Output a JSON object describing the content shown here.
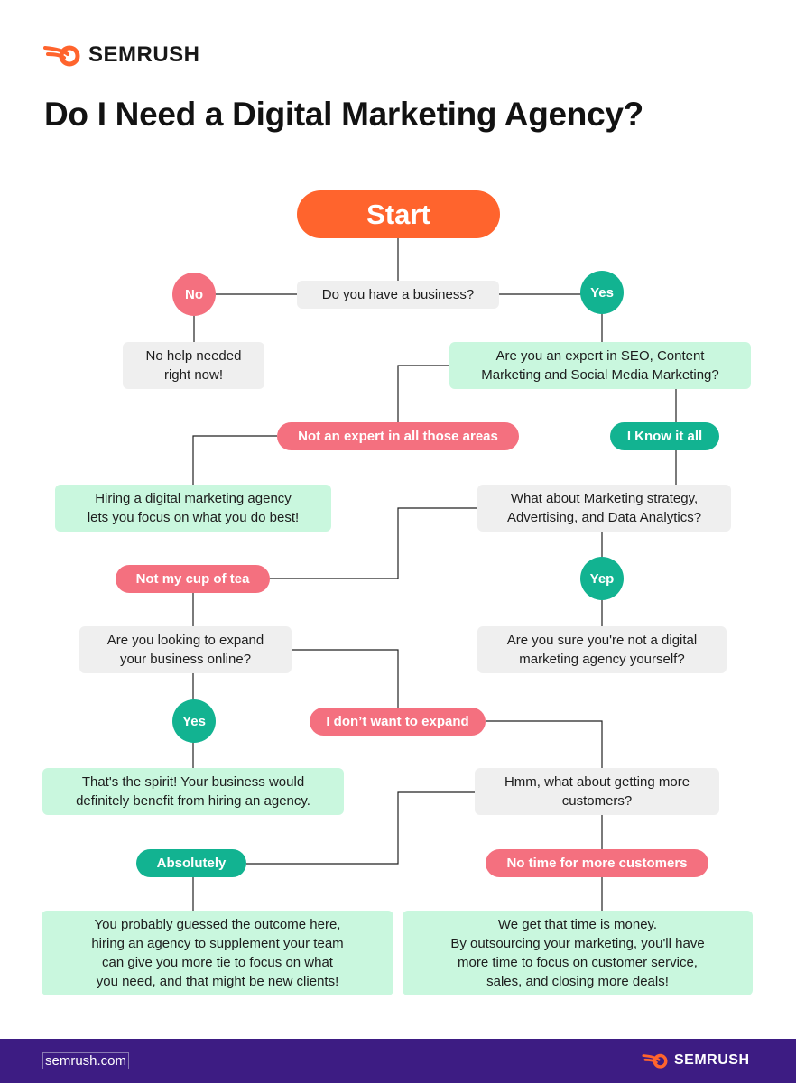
{
  "brand": {
    "name": "SEMRUSH",
    "logo_color": "#ff642d"
  },
  "title": "Do I Need a Digital Marketing Agency?",
  "colors": {
    "orange": "#ff642d",
    "pink": "#f4707f",
    "green": "#12b391",
    "mint": "#c9f7de",
    "gray": "#efefef",
    "footer": "#3d1c83"
  },
  "flow": {
    "start": "Start",
    "q_business": "Do you have a business?",
    "no_circle": "No",
    "yes_circle_1": "Yes",
    "no_help": "No help needed\nright now!",
    "q_expert": "Are you an expert in SEO, Content\nMarketing and Social Media Marketing?",
    "not_expert": "Not an expert in all those areas",
    "know_all": "I Know it all",
    "hire_agency": "Hiring a digital marketing agency\nlets you focus on what you do best!",
    "q_strategy": "What about Marketing strategy,\nAdvertising, and Data Analytics?",
    "not_cup": "Not my cup of tea",
    "yep": "Yep",
    "q_expand": "Are you looking to expand\nyour business online?",
    "q_sure": "Are you sure you're not a digital\nmarketing agency yourself?",
    "yes_circle_2": "Yes",
    "no_expand": "I don’t want to expand",
    "spirit": "That's the spirit! Your business would\ndefinitely benefit from hiring an agency.",
    "q_customers": "Hmm, what about getting more\ncustomers?",
    "absolutely": "Absolutely",
    "no_time": "No time for more customers",
    "outcome": "You probably guessed the outcome here,\nhiring an agency to supplement your team\ncan give you more tie to focus on what\nyou need, and that might be new clients!",
    "time_money": "We get that time is money.\nBy outsourcing your marketing, you'll have\nmore time to focus on customer service,\nsales, and closing more deals!"
  },
  "footer": {
    "link": "semrush.com",
    "brand": "SEMRUSH"
  }
}
